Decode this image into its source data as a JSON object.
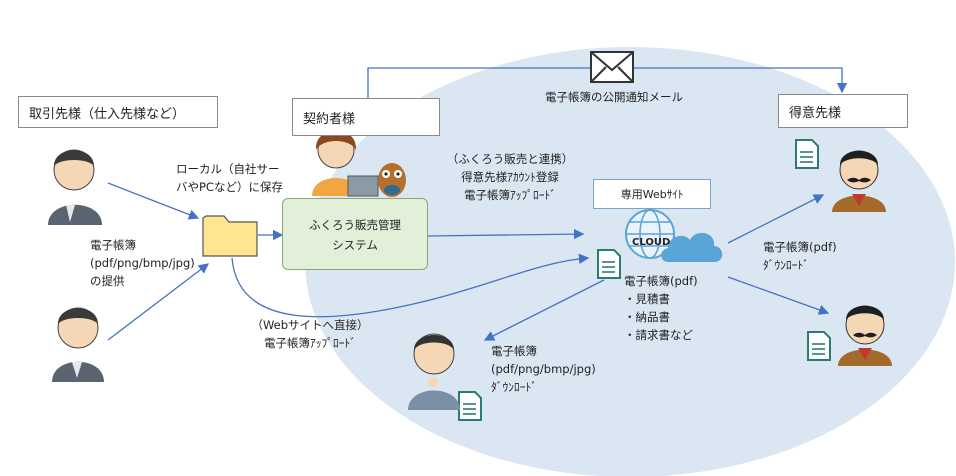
{
  "labels": {
    "suppliers": "取引先様（仕入先様など）",
    "contractor": "契約者様",
    "customers": "得意先様",
    "website": "専用Webｻｲﾄ",
    "cloud": "CLOUD",
    "system_line1": "ふくろう販売管理",
    "system_line2": "システム",
    "mail_notice": "電子帳簿の公開通知メール",
    "local_save_line1": "ローカル（自社サー",
    "local_save_line2": "バやPCなど）に保存",
    "supplier_provide_line1": "電子帳簿",
    "supplier_provide_line2": "(pdf/png/bmp/jpg)",
    "supplier_provide_line3": "の提供",
    "link_line1": "（ふくろう販売と連携）",
    "link_line2": "得意先様ｱｶｳﾝﾄ登録",
    "link_line3": "電子帳簿ｱｯﾌﾟﾛｰﾄﾞ",
    "cloud_docs_title": "電子帳簿(pdf)",
    "cloud_docs_items": [
      "・見積書",
      "・納品書",
      "・請求書など"
    ],
    "direct_upload_line1": "（Webサイトへ直接）",
    "direct_upload_line2": "電子帳簿ｱｯﾌﾟﾛｰﾄﾞ",
    "customer_dl_line1": "電子帳簿(pdf)",
    "customer_dl_line2": "ﾀﾞｳﾝﾛｰﾄﾞ",
    "supplier_dl_line1": "電子帳簿",
    "supplier_dl_line2": "(pdf/png/bmp/jpg)",
    "supplier_dl_line3": "ﾀﾞｳﾝﾛｰﾄﾞ"
  },
  "colors": {
    "ellipse": "#dbe6f3",
    "arrow": "#4472c4",
    "system_box": "#e2efd9",
    "system_border": "#8aa676",
    "folder": "#ffe58f",
    "doc_icon": "#2b7c73",
    "cloud": "#5aa5d8"
  },
  "icons": [
    "mail-icon",
    "folder-icon",
    "document-icon",
    "cloud-icon",
    "globe-icon",
    "person-icon"
  ]
}
